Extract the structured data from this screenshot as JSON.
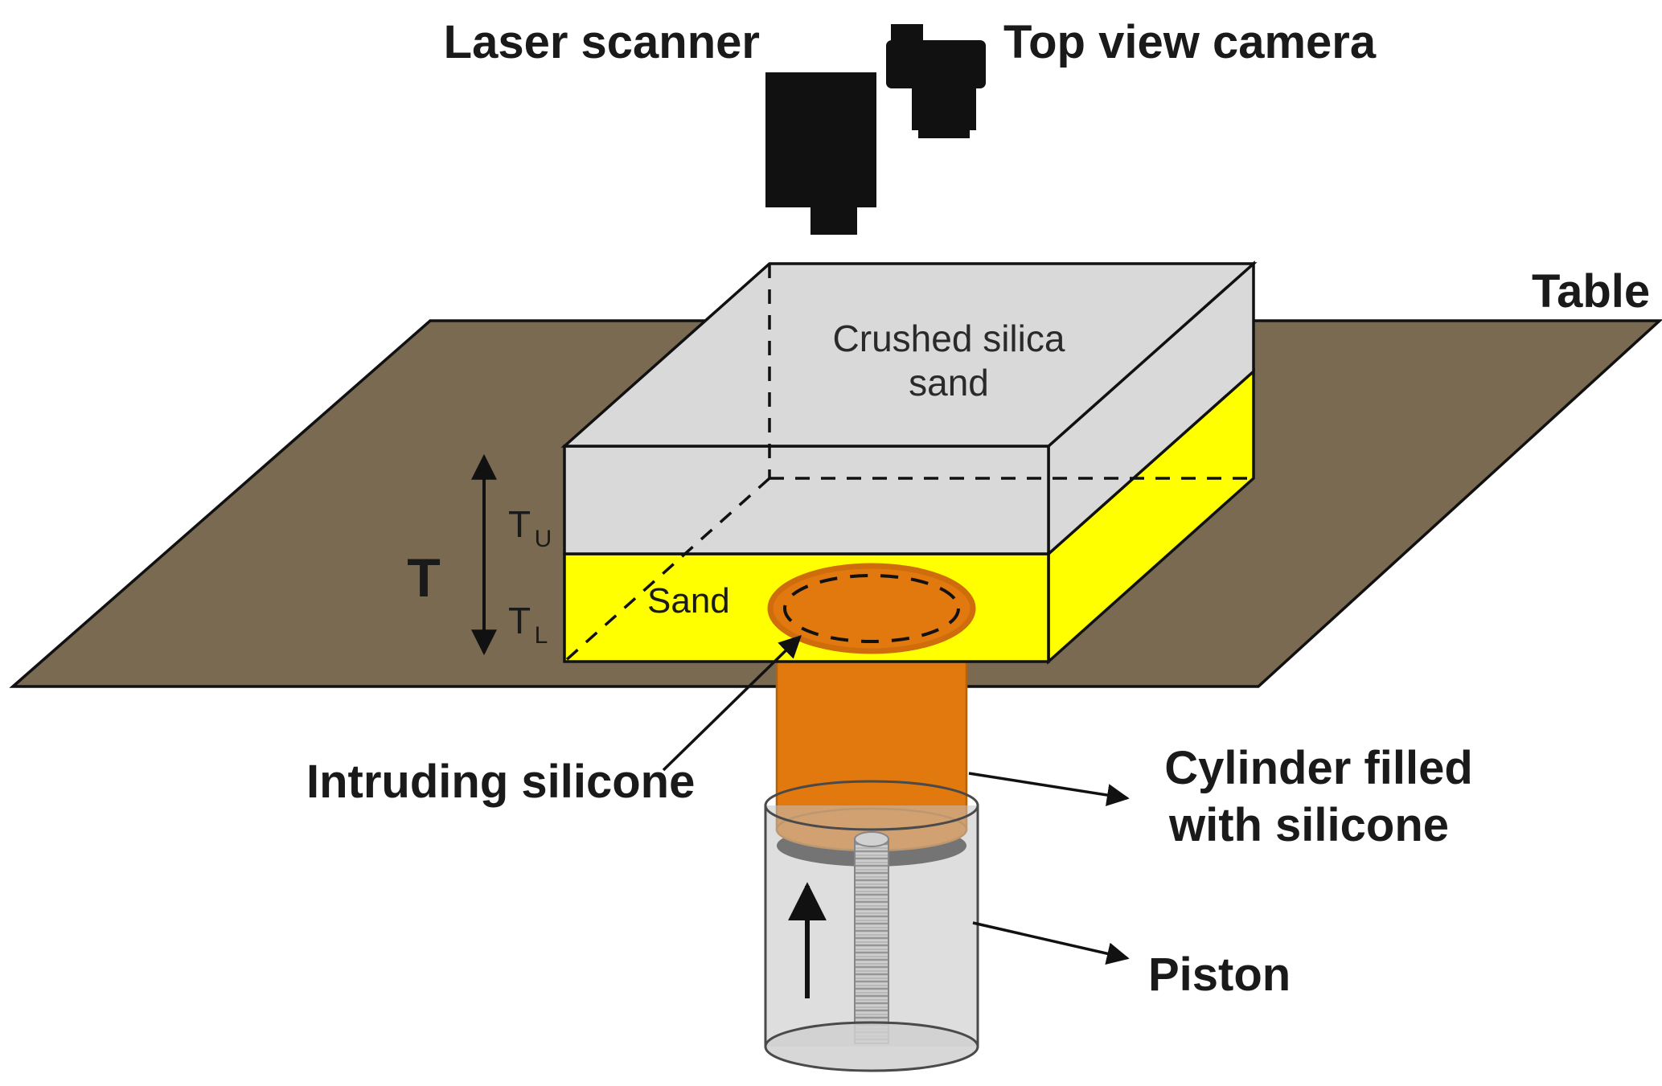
{
  "diagram": {
    "labels": {
      "laser_scanner": "Laser scanner",
      "top_view_camera": "Top view camera",
      "table": "Table",
      "crushed_silica_line1": "Crushed silica",
      "crushed_silica_line2": "sand",
      "sand": "Sand",
      "thickness_total": "T",
      "thickness_upper_main": "T",
      "thickness_upper_sub": "U",
      "thickness_lower_main": "T",
      "thickness_lower_sub": "L",
      "intruding_silicone": "Intruding silicone",
      "cylinder_line1": "Cylinder filled",
      "cylinder_line2": "with silicone",
      "piston": "Piston"
    },
    "colors": {
      "table_top": "#7a6a52",
      "crushed_silica_sand": "#d9d9d9",
      "sand_layer": "#ffff00",
      "silicone_orange": "#e2790f",
      "silicone_dark": "#c96a0b",
      "glass_body": "rgba(195,195,195,0.55)",
      "glass_bottom": "rgba(208,208,208,0.85)",
      "piston_dark_rim": "#141414",
      "ink": "#1a1a1a"
    }
  }
}
